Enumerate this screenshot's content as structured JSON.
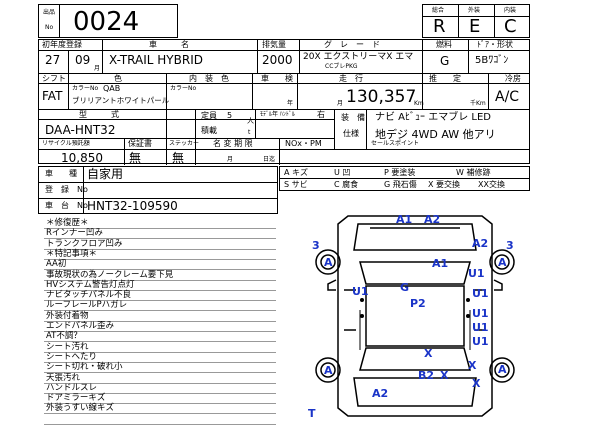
{
  "lot": {
    "label_top": "出品",
    "label_bottom": "No",
    "number": "0024"
  },
  "grade": {
    "overall_label": "総合",
    "overall_value": "R",
    "exterior_label": "外装",
    "exterior_value": "E",
    "interior_label": "内装",
    "interior_value": "C"
  },
  "row1": {
    "reg_label": "初年度登録",
    "reg_year": "27",
    "reg_month": "09",
    "month_unit": "月",
    "name_label": "車　　　名",
    "name_value": "X-TRAIL HYBRID",
    "disp_label": "排気量",
    "disp_value": "2000",
    "grade_label": "グ　レ　ー　ド",
    "grade_value": "20X エクストリーマX エマ",
    "grade_sub": "CCブレPKG",
    "fuel_label": "燃料",
    "fuel_value": "G",
    "body_label": "ﾄﾞｱ・形状",
    "body_value": "5Bﾜｺﾞﾝ"
  },
  "row2": {
    "shift_label": "シフト",
    "shift_value": "FAT",
    "color_label": "色",
    "color_no_label": "カラーNo",
    "color_no_value": "QAB",
    "color_name": "ブリリアントホワイトパール",
    "int_label": "内　装　色",
    "int_color_no_label": "カラーNo",
    "inspect_label": "車　　検",
    "year_unit": "年",
    "month_unit": "月",
    "mileage_label": "走　行",
    "mileage_value": "130,357",
    "km_unit": "Km",
    "est_label": "推　　定",
    "est_unit": "千Km",
    "ac_label": "冷房",
    "ac_value": "A/C"
  },
  "row3": {
    "model_label": "型　　　式",
    "model_value": "DAA-HNT32",
    "cap_label": "定員",
    "cap_value": "5",
    "cap_unit": "人",
    "load_label": "積載",
    "load_unit": "t",
    "handle_label": "ﾓﾃﾞﾙ年 ﾊﾝﾄﾞﾙ",
    "handle_value": "右",
    "equip_label": "装　備",
    "equip_label2": "仕様",
    "equip_line1": "ナビ Aﾋﾞｭｰ エマブレ LED",
    "equip_line2": "地デジ 4WD AW 他アリ"
  },
  "row4": {
    "recycle_label": "リサイクル預託額",
    "recycle_value": "10,850",
    "warranty_label": "保証書",
    "warranty_value": "無",
    "sticker_label": "ステッカー",
    "sticker_value": "無",
    "transfer_label": "名 変 期 限",
    "transfer_month": "月",
    "transfer_day": "日迄",
    "nox_label": "NOx・PM",
    "sales_label": "セールスポイント"
  },
  "row5": {
    "use_label": "車　　種",
    "use_value": "自家用",
    "regno_label": "登　録　No",
    "chassis_label": "車　台　No",
    "chassis_value": "HNT32-109590"
  },
  "legend": [
    {
      "code": "A",
      "meaning": "キズ"
    },
    {
      "code": "U",
      "meaning": "凹"
    },
    {
      "code": "P",
      "meaning": "要塗装"
    },
    {
      "code": "W",
      "meaning": "補修跡"
    },
    {
      "code": "S",
      "meaning": "サビ"
    },
    {
      "code": "C",
      "meaning": "腐食"
    },
    {
      "code": "G",
      "meaning": "飛石傷"
    },
    {
      "code": "X",
      "meaning": "要交換"
    },
    {
      "code": "XX",
      "meaning": "交換"
    }
  ],
  "notes": [
    "＊修復歴＊",
    "Rインナー凹み",
    "トランクフロア凹み",
    "＊特記事項＊",
    "AA初",
    "事故現状の為ノークレーム要下見",
    "HVシステム警告灯点灯",
    "ナビタッチパネル不良",
    "ルーフレールPハガレ",
    "外装付着物",
    "エンドパネル歪み",
    "AT不調？",
    "シート汚れ",
    "シートへたり",
    "シート切れ・破れ小",
    "天張汚れ",
    "ハンドルスレ",
    "ドアミラーキズ",
    "外装うすい線キズ"
  ],
  "diagram_marks": [
    "A1",
    "A2",
    "3",
    "A",
    "A1",
    "A2",
    "3",
    "U1",
    "A",
    "U1",
    "G",
    "P2",
    "U1",
    "U1",
    "U1",
    "U1",
    "X",
    "X",
    "X",
    "A",
    "B2",
    "X",
    "A",
    "A2",
    "T"
  ]
}
